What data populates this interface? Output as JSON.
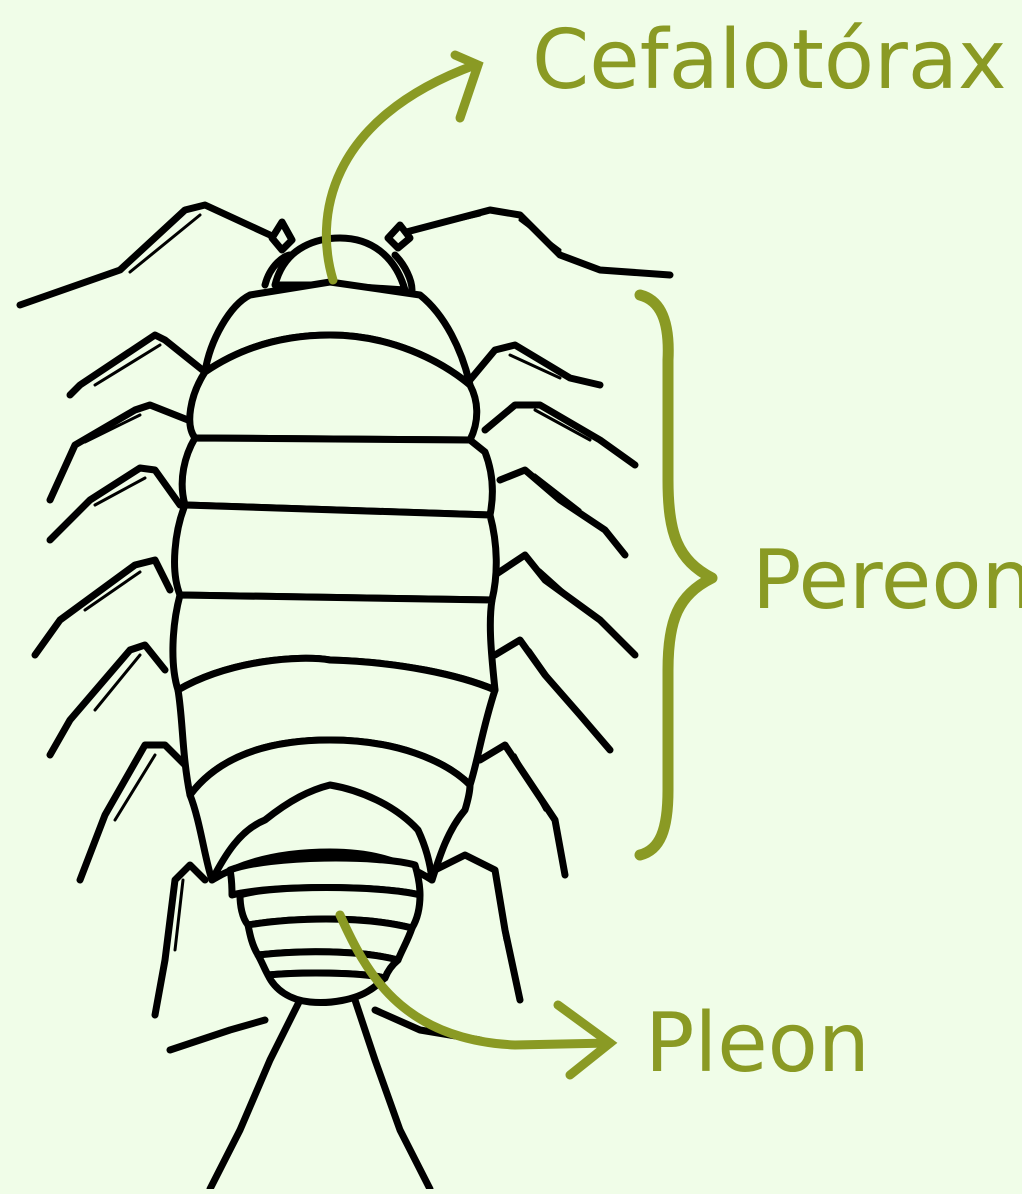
{
  "colors": {
    "background": "#f0fde8",
    "accent": "#8a9a24",
    "ink": "#000000",
    "fill": "#f0fde8"
  },
  "labels": {
    "cephalothorax": "Cefalotórax",
    "pereon": "Pereon",
    "pleon": "Pleon"
  }
}
